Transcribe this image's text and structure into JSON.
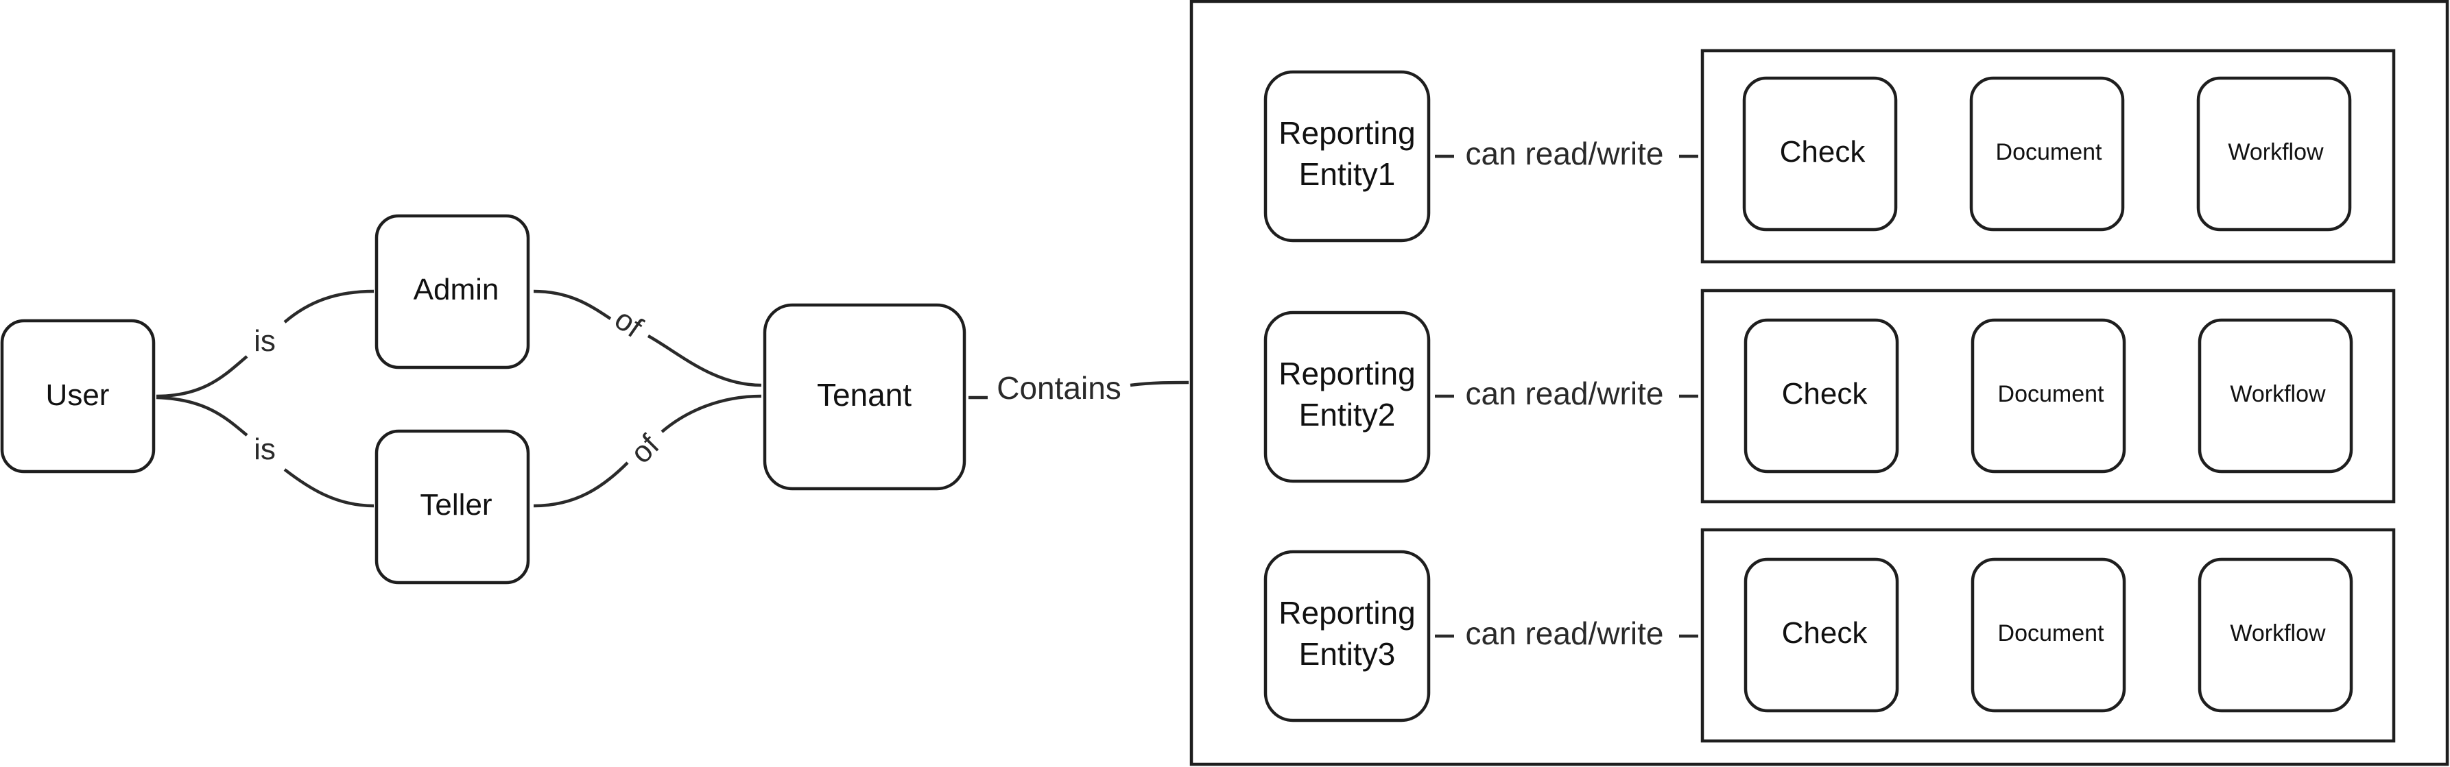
{
  "nodes": {
    "user": "User",
    "admin": "Admin",
    "teller": "Teller",
    "tenant": "Tenant",
    "entity1": [
      "Reporting",
      "Entity1"
    ],
    "entity2": [
      "Reporting",
      "Entity2"
    ],
    "entity3": [
      "Reporting",
      "Entity3"
    ]
  },
  "edges": {
    "user_admin": "is",
    "user_teller": "is",
    "admin_tenant": "of",
    "teller_tenant": "of",
    "tenant_contains": "Contains",
    "entity1_rw": "can read/write",
    "entity2_rw": "can read/write",
    "entity3_rw": "can read/write"
  },
  "groups": [
    {
      "items": [
        "Check",
        "Document",
        "Workflow"
      ]
    },
    {
      "items": [
        "Check",
        "Document",
        "Workflow"
      ]
    },
    {
      "items": [
        "Check",
        "Document",
        "Workflow"
      ]
    }
  ]
}
